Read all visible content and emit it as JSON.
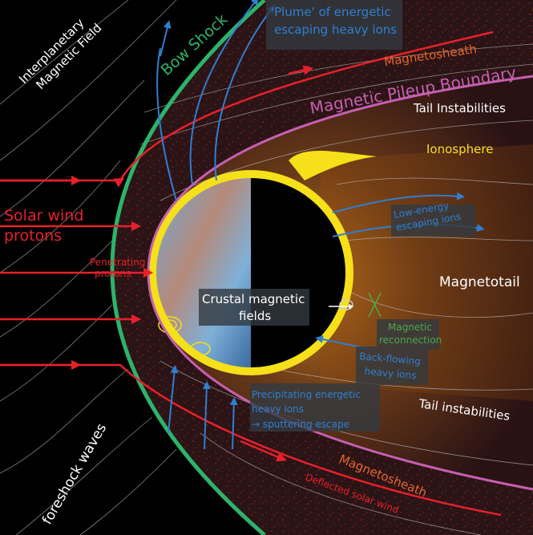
{
  "labels": {
    "imf": [
      "Interplanetary",
      "Magnetic Field"
    ],
    "bow_shock": "Bow Shock",
    "plume": [
      "'Plume' of energetic",
      "escaping heavy ions"
    ],
    "magnetosheath_top": "Magnetosheath",
    "mpb": "Magnetic Pileup Boundary",
    "tail_instabilities_top": "Tail Instabilities",
    "ionosphere": "Ionosphere",
    "solar_wind": [
      "Solar wind",
      "protons"
    ],
    "penetrating": [
      "Penetrating",
      "protons"
    ],
    "low_energy": [
      "Low-energy",
      "escaping ions"
    ],
    "magnetotail": "Magnetotail",
    "crustal": [
      "Crustal magnetic",
      "fields"
    ],
    "reconnection": [
      "Magnetic",
      "reconnection"
    ],
    "back_flowing": [
      "Back-flowing",
      "heavy ions"
    ],
    "precipitating": [
      "Precipitating energetic",
      "heavy ions",
      "→ sputtering escape"
    ],
    "tail_instabilities_bottom": "Tail instabilities",
    "foreshock": "foreshock waves",
    "magnetosheath_bottom": "Magnetosheath",
    "deflected": "Deflected solar wind"
  },
  "colors": {
    "bow_shock": "#2db36a",
    "mpb": "#c660b0",
    "solar_wind": "#e8202a",
    "ions": "#2f7fd0",
    "ionosphere": "#f5e01a",
    "sheath_text": "#e8662a",
    "reconnection": "#4aa84a"
  }
}
